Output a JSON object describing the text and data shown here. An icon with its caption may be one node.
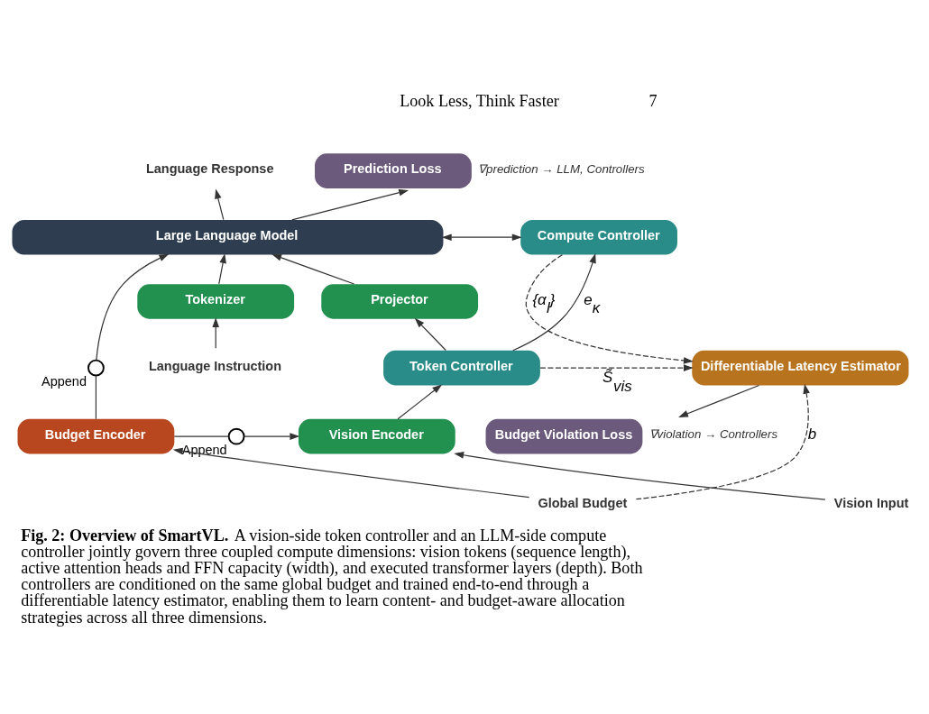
{
  "diagram": {
    "caption": "**Fig. 2: Overview of SmartVL.** A vision-side token controller and an LLM-side compute controller jointly govern three coupled compute dimensions: vision tokens (sequence length), active attention heads and FFN capacity (width), and executed transformer layers (depth). Both controllers are conditioned on the same global budget and trained end-to-end through a differentiable latency estimator, enabling them to learn content- and budget-aware allocation strategies across all three dimensions.",
    "nodes": [
      {
        "text": [
          "Language Response"
        ]
      },
      {
        "text": [
          "Prediction Loss"
        ],
        "beside": [
          "∇prediction → LLM, Controllers"
        ]
      },
      {
        "text": [
          "Large Language Model"
        ]
      },
      {
        "text": [
          "Compute Controller"
        ]
      },
      {
        "text": [
          "Projector"
        ]
      },
      {
        "text": [
          "Tokenizer"
        ]
      },
      {
        "text": [],
        "shape": "circle",
        "beside": [
          "Append"
        ]
      },
      {
        "text": [
          "Differentiable Latency Estimator"
        ]
      },
      {
        "text": [
          "Token Controller"
        ]
      },
      {
        "text": [
          "Language Instruction"
        ]
      },
      {
        "text": [
          "Vision Encoder"
        ]
      },
      {
        "text": [],
        "shape": "circle",
        "beside": [
          "Append"
        ]
      },
      {
        "text": [
          "Budget Encoder"
        ]
      },
      {
        "text": [
          "Budget Violation Loss"
        ],
        "beside": [
          "∇violation → Controllers"
        ]
      },
      {
        "text": [
          "Vision Input"
        ]
      },
      {
        "text": [
          "Global Budget"
        ]
      }
    ],
    "edges": [
      {
        "from": 2,
        "to": 0,
        "arrow": "to"
      },
      {
        "from": 2,
        "to": 1,
        "arrow": "to"
      },
      {
        "from": 2,
        "to": 3,
        "arrow": "both"
      },
      {
        "from": 4,
        "to": 2,
        "arrow": "to"
      },
      {
        "from": 5,
        "to": 2,
        "arrow": "to"
      },
      {
        "from": 6,
        "to": 2,
        "arrow": "to"
      },
      {
        "from": 12,
        "to": 6,
        "arrow": "none"
      },
      {
        "from": 8,
        "to": 4,
        "arrow": "to"
      },
      {
        "from": 9,
        "to": 5,
        "arrow": "to"
      },
      {
        "from": 10,
        "to": 8,
        "arrow": "to"
      },
      {
        "from": 12,
        "to": 11,
        "arrow": "none"
      },
      {
        "from": 11,
        "to": 10,
        "arrow": "to"
      },
      {
        "from": 14,
        "to": 10,
        "arrow": "to"
      },
      {
        "from": 15,
        "to": 12,
        "arrow": "to"
      },
      {
        "from": 8,
        "to": 3,
        "arrow": "to",
        "label": "e$_{κ}$"
      },
      {
        "from": 8,
        "to": 7,
        "arrow": "to",
        "label": "S̃$_{vis}$",
        "style": "dashed"
      },
      {
        "from": 15,
        "to": 7,
        "arrow": "to",
        "label": "b",
        "style": "dashed"
      },
      {
        "from": 3,
        "to": 7,
        "arrow": "to",
        "label": "{α$_{l}$}",
        "style": "dashed"
      },
      {
        "from": 7,
        "to": 13,
        "arrow": "to"
      }
    ],
    "labels": [
      "Look Less, Think Faster",
      "7"
    ]
  }
}
